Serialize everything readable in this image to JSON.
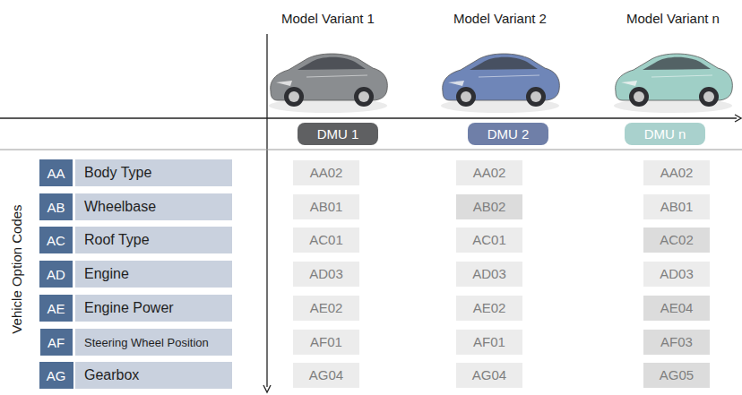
{
  "diagram": {
    "nodes": [
      {
        "text": [
          "DMU 1"
        ]
      },
      {
        "text": [
          "DMU 2"
        ]
      },
      {
        "text": [
          "DMU n"
        ]
      },
      {
        "text": [
          "AA"
        ]
      },
      {
        "text": [
          "Body Type"
        ]
      },
      {
        "text": [
          "AB"
        ]
      },
      {
        "text": [
          "Wheelbase"
        ]
      },
      {
        "text": [
          "AC"
        ]
      },
      {
        "text": [
          "Roof Type"
        ]
      },
      {
        "text": [
          "AD"
        ]
      },
      {
        "text": [
          "Engine"
        ]
      },
      {
        "text": [
          "AE"
        ]
      },
      {
        "text": [
          "Engine Power"
        ]
      },
      {
        "text": [
          "AF"
        ]
      },
      {
        "text": [
          "Steering Wheel Position"
        ]
      },
      {
        "text": [
          "AG"
        ]
      },
      {
        "text": [
          "Gearbox"
        ]
      }
    ],
    "labels": [
      "Model Variant 1",
      "Model Variant 2",
      "Model Variant n",
      "Vehicle Option Codes",
      "AA02",
      "AA02",
      "AA02",
      "AB01",
      "AB02",
      "AB01",
      "AC01",
      "AC01",
      "AC02",
      "AD03",
      "AD03",
      "AD03",
      "AE02",
      "AE02",
      "AE04",
      "AF01",
      "AF01",
      "AF03",
      "AG04",
      "AG04",
      "AG05"
    ]
  }
}
